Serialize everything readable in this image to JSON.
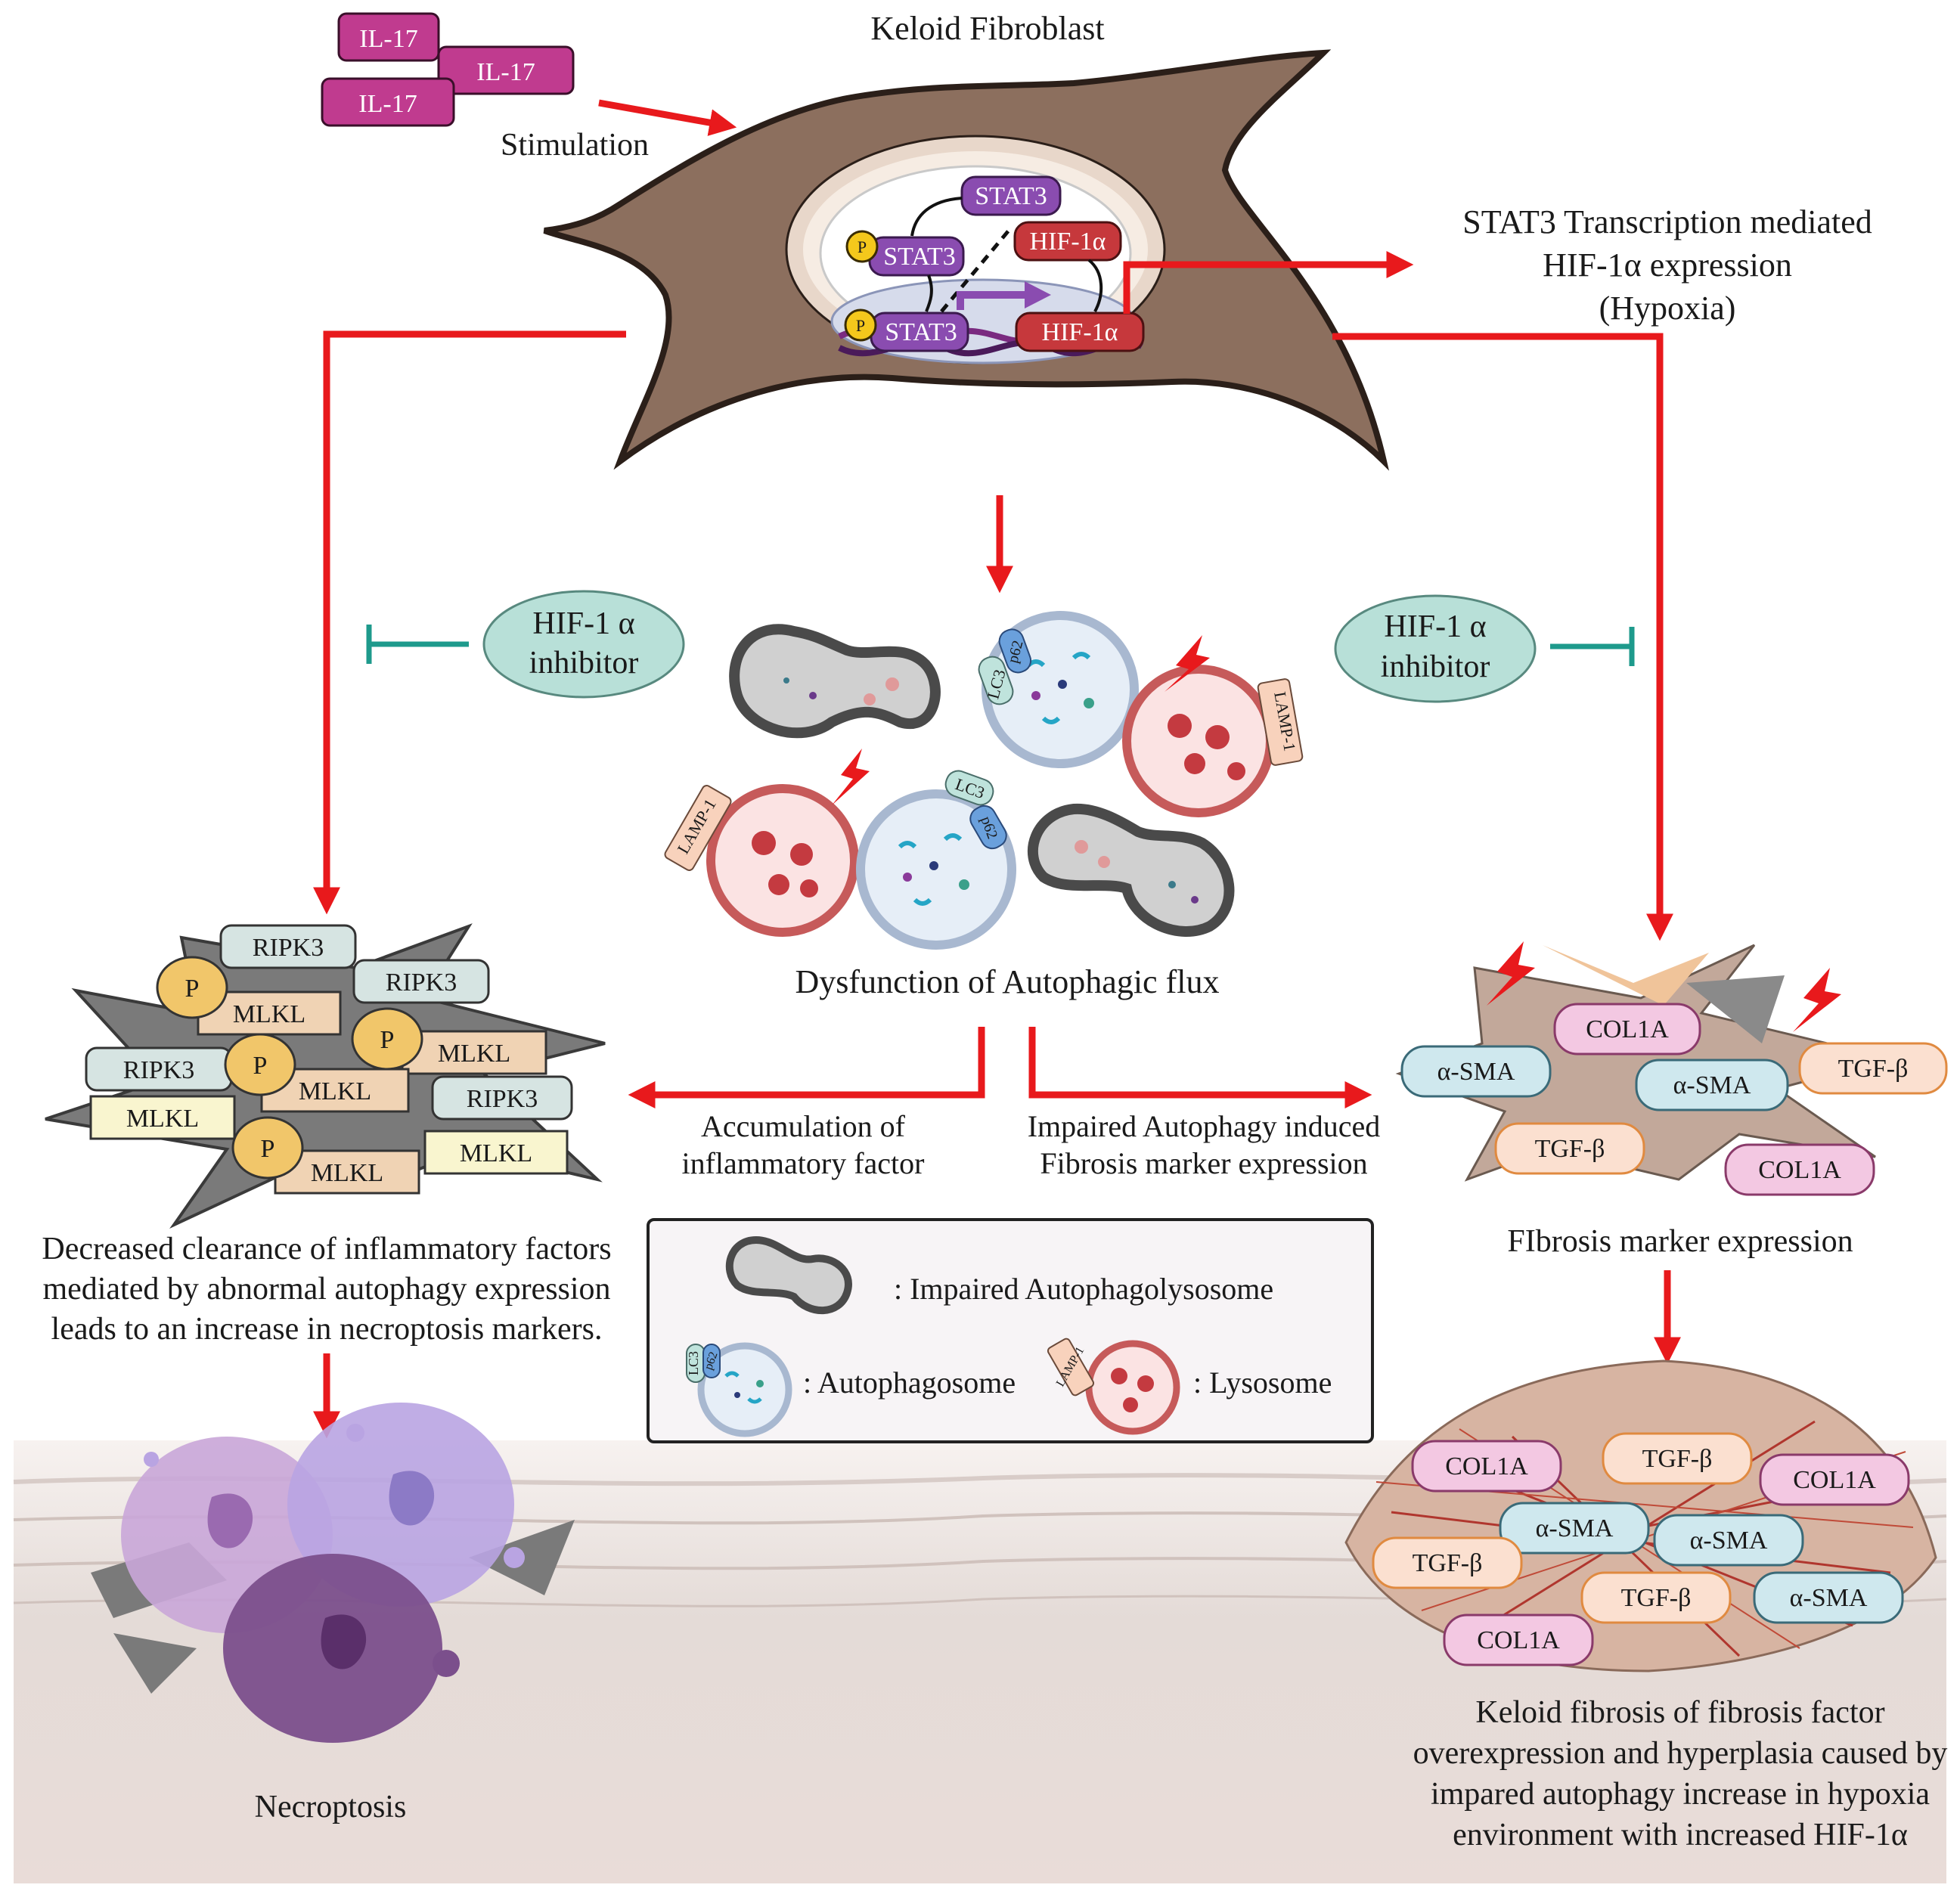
{
  "texts": {
    "il17": "IL-17",
    "stimulation": "Stimulation",
    "keloid_fibroblast": "Keloid Fibroblast",
    "stat3": "STAT3",
    "hif1a": "HIF-1α",
    "p": "P",
    "stat3_transcription": [
      "STAT3 Transcription mediated",
      "HIF-1α expression",
      "(Hypoxia)"
    ],
    "hif_inhibitor": [
      "HIF-1 α",
      "inhibitor"
    ],
    "lc3": "LC3",
    "p62": "p62",
    "lamp1": "LAMP-1",
    "dysfunction": "Dysfunction of Autophagic flux",
    "accumulation": [
      "Accumulation of",
      "inflammatory factor"
    ],
    "impaired_induced": [
      "Impaired Autophagy induced",
      "Fibrosis marker expression"
    ],
    "ripk3": "RIPK3",
    "mlkl": "MLKL",
    "decreased": [
      "Decreased clearance of inflammatory factors",
      "mediated by abnormal autophagy expression",
      "leads to an increase in necroptosis markers."
    ],
    "necroptosis": "Necroptosis",
    "col1a": "COL1A",
    "asma": "α-SMA",
    "tgfb": "TGF-β",
    "fibrosis_marker": "FIbrosis marker expression",
    "keloid_fibrosis": [
      "Keloid fibrosis of fibrosis factor",
      "overexpression and hyperplasia caused by",
      "impared autophagy increase in hypoxia",
      "environment with increased HIF-1α"
    ],
    "legend_impaired": ":  Impaired Autophagolysosome",
    "legend_autophagosome": ": Autophagosome",
    "legend_lysosome": ": Lysosome"
  },
  "colors": {
    "arrow": "#e8191c",
    "inhibit": "#1e9a8c",
    "il17": "#c03b8f",
    "stat3": "#8a4cb0",
    "hif": "#c6383c",
    "p_badge": "#f4c81c",
    "cell_body": "#8c6f5e",
    "ripk3": "#d6e4e2",
    "mlkl": "#f0d3b4",
    "mlkl_light": "#f9f5cf",
    "col1a": "#f3c8e2",
    "asma": "#cfe8ee",
    "tgfb": "#fbe0d0"
  }
}
